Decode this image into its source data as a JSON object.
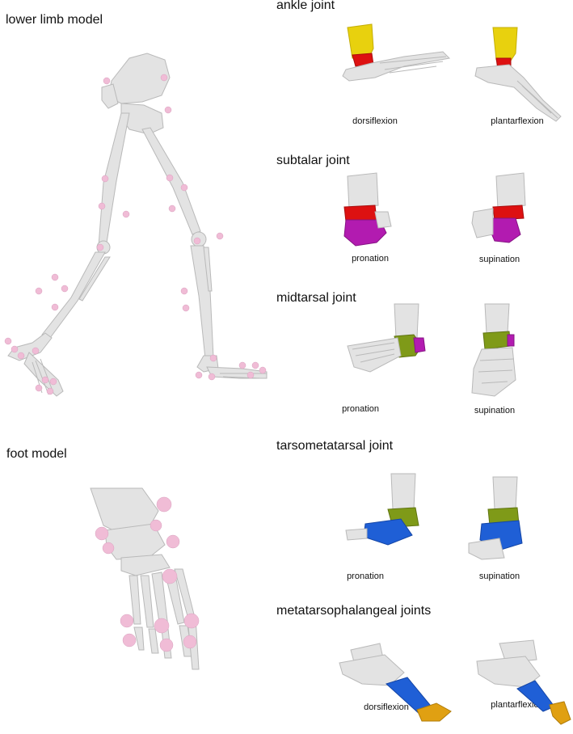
{
  "colors": {
    "bone": "#e3e3e3",
    "bone_edge": "#b9b9b9",
    "marker": "#f0bcd6",
    "tibia_yellow": "#e8d10e",
    "talus_red": "#dd1111",
    "calcaneus_purple": "#b21bb0",
    "midtarsal_green": "#7f9a18",
    "metatarsal_blue": "#1f5fd6",
    "phalanx_orange": "#e0a012"
  },
  "left": {
    "lower_limb_title": "lower limb model",
    "foot_title": "foot model"
  },
  "joints": [
    {
      "title": "ankle joint",
      "left_caption": "dorsiflexion",
      "right_caption": "plantarflexion"
    },
    {
      "title": "subtalar joint",
      "left_caption": "pronation",
      "right_caption": "supination"
    },
    {
      "title": "midtarsal joint",
      "left_caption": "pronation",
      "right_caption": "supination"
    },
    {
      "title": "tarsometatarsal joint",
      "left_caption": "pronation",
      "right_caption": "supination"
    },
    {
      "title": "metatarsophalangeal joints",
      "left_caption": "dorsiflexion",
      "right_caption": "plantarflexion"
    }
  ]
}
